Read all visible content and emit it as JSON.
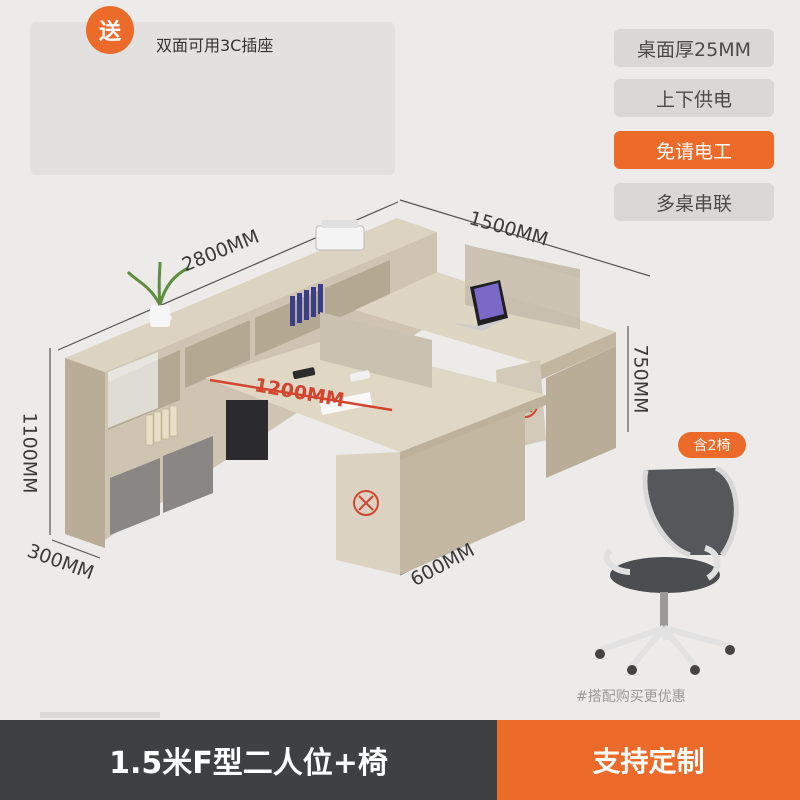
{
  "gift": {
    "badge": "送",
    "title": "双面可用3C插座"
  },
  "features": [
    "桌面厚25MM",
    "上下供电",
    "免请电工",
    "多桌串联"
  ],
  "colors": {
    "accent": "#ec6a2a",
    "dark_bar": "#3f4042",
    "background": "#ecebe9"
  },
  "dimensions": {
    "length_total": "2800MM",
    "length_side": "1500MM",
    "desk_length": "1200MM",
    "height_cabinet": "1100MM",
    "height_desk": "750MM",
    "depth_cabinet": "300MM",
    "depth_desk": "600MM"
  },
  "chair": {
    "badge": "含2椅"
  },
  "note": "#搭配购买更优惠",
  "bottom_bar": {
    "product_name": "1.5米F型二人位+椅",
    "cta": "支持定制"
  }
}
